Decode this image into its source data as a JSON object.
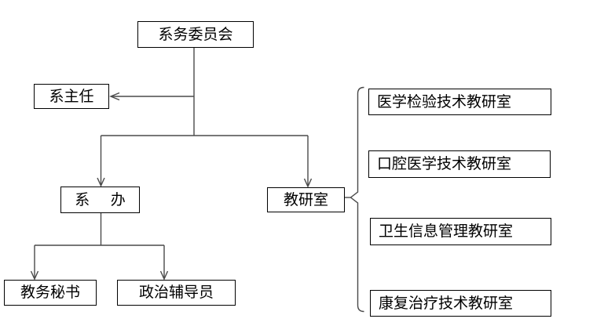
{
  "nodes": {
    "committee": {
      "label": "系务委员会"
    },
    "director": {
      "label": "系主任"
    },
    "office": {
      "label": "系     办"
    },
    "teaching": {
      "label": "教研室"
    },
    "secretary": {
      "label": "教务秘书"
    },
    "counselor": {
      "label": "政治辅导员"
    },
    "sub_offices": [
      {
        "label": "医学检验技术教研室"
      },
      {
        "label": "口腔医学技术教研室"
      },
      {
        "label": "卫生信息管理教研室"
      },
      {
        "label": "康复治疗技术教研室"
      }
    ]
  },
  "colors": {
    "line": "#4a4a4a",
    "box_border": "#000000",
    "background": "#ffffff",
    "text": "#000000"
  }
}
